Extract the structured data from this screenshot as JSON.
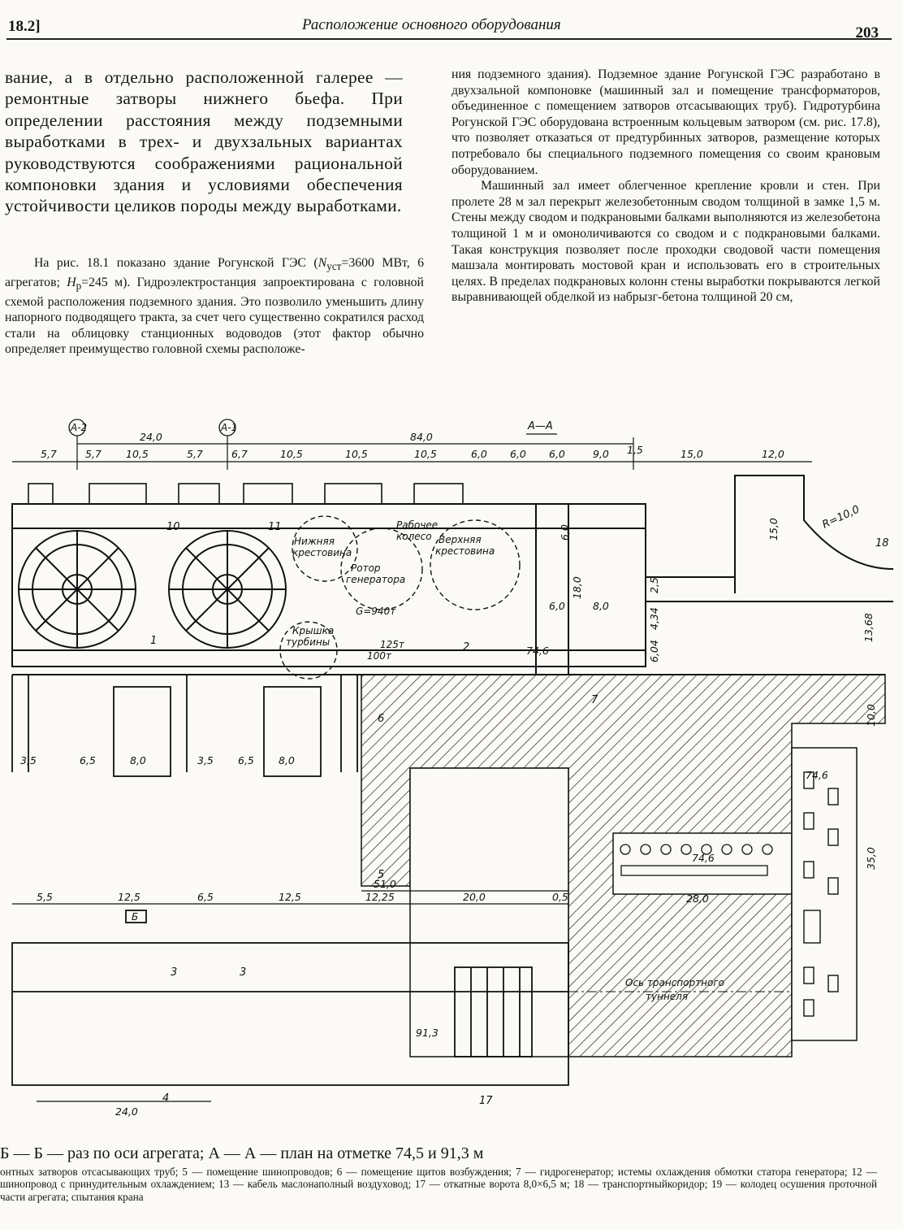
{
  "header": {
    "section": "18.2]",
    "title": "Расположение основного оборудования",
    "page_number": "203"
  },
  "left_column": {
    "top_paragraph": "вание, а в отдельно расположенной галерее — ремонтные затворы нижнего бьефа. При определении расстояния между подземными выработками в трех- и двухзальных вариантах руководствуются соображениями рациональной компоновки здания и условиями обеспечения устойчивости целиков породы между выработками.",
    "paragraph_2_part1": "На рис. 18.1 показано здание Рогунской ГЭС (",
    "paragraph_2_n": "N",
    "paragraph_2_n_sub": "уст",
    "paragraph_2_part2": "=3600 МВт, 6 агрегатов; ",
    "paragraph_2_h": "H",
    "paragraph_2_h_sub": "р",
    "paragraph_2_part3": "=245 м). Гидроэлектростанция запроектирована с головной схемой расположения подземного здания. Это позволило уменьшить длину напорного подводящего тракта, за счет чего существенно сократился расход стали на облицовку станционных водоводов (этот фактор обычно определяет преимущество головной схемы расположе-"
  },
  "right_column": {
    "paragraph_1": "ния подземного здания). Подземное здание Рогунской ГЭС разработано в двухзальной компоновке (машинный зал и помещение трансформаторов, объединенное с помещением затворов отсасывающих труб). Гидротурбина Рогунской ГЭС оборудована встроенным кольцевым затвором (см. рис. 17.8), что позволяет отказаться от предтурбинных затворов, размещение которых потребовало бы специального подземного помещения со своим крановым оборудованием.",
    "paragraph_2": "Машинный зал имеет облегченное крепление кровли и стен. При пролете 28 м зал перекрыт железобетонным сводом толщиной в замке 1,5 м. Стены между сводом и подкрановыми балками выполняются из железобетона толщиной 1 м и омоноличиваются со сводом и с подкрановыми балками. Такая конструкция позволяет после проходки сводовой части помещения машзала монтировать мостовой кран и использовать его в строительных целях. В пределах подкрановых колонн стены выработки покрываются легкой выравнивающей обделкой из набрызг-бетона толщиной 20 см,"
  },
  "drawing": {
    "top_dims": [
      "5,7",
      "5,7",
      "10,5",
      "5,7",
      "6,7",
      "10,5",
      "10,5",
      "10,5",
      "6,0",
      "6,0",
      "6,0",
      "9,0",
      "1,5",
      "15,0",
      "12,0"
    ],
    "overall_dims": [
      "24,0",
      "84,0"
    ],
    "axis_marks": [
      "А-2",
      "А-1"
    ],
    "section_label": "А—А",
    "radius_label": "R=10,0",
    "equipment_labels": [
      "Нижняя",
      "крестовина",
      "Рабочее",
      "колесо",
      "Верхняя",
      "крестовина",
      "Ротор",
      "генератора",
      "G=940т",
      "Крышка",
      "турбины",
      "125т",
      "100т"
    ],
    "level_marks": [
      "74,6",
      "74,6",
      "74,6",
      "91,3"
    ],
    "vertical_dims": [
      "15,0",
      "13,68",
      "10,0",
      "35,0",
      "6,0",
      "18,0",
      "2,5",
      "4,34",
      "6,04"
    ],
    "mid_dims": [
      "6,0",
      "8,0"
    ],
    "row_dims_1": [
      "3,5",
      "6,5",
      "8,0",
      "3,5",
      "6,5",
      "8,0"
    ],
    "row_dims_2": [
      "5,5",
      "12,5",
      "6,5",
      "12,5",
      "12,25",
      "20,0",
      "0,5"
    ],
    "dim_51": "51,0",
    "dim_28": "28,0",
    "dim_24_bottom": "24,0",
    "section_letter": "Б",
    "tunnel_axis_1": "Ось транспортного",
    "tunnel_axis_2": "туннеля",
    "callout_numbers": [
      "1",
      "2",
      "3",
      "3",
      "4",
      "5",
      "6",
      "7",
      "10",
      "11",
      "17",
      "18"
    ]
  },
  "caption": {
    "line1": "Б — Б — раз по оси агрегата; А — А — план на отметке 74,5 и 91,3 м",
    "line2": "онтных затворов отсасывающих труб; 5 — помещение шинопроводов; 6 — помещение щитов возбуждения; 7 — гидрогенератор; истемы охлаждения обмотки статора генератора; 12 — шинопровод с принудительным охлаждением; 13 — кабель маслонаполный воздуховод; 17 — откатные ворота 8,0×6,5 м; 18 — транспортныйкоридор; 19 — колодец осушения проточной части агрегата; спытания крана"
  }
}
